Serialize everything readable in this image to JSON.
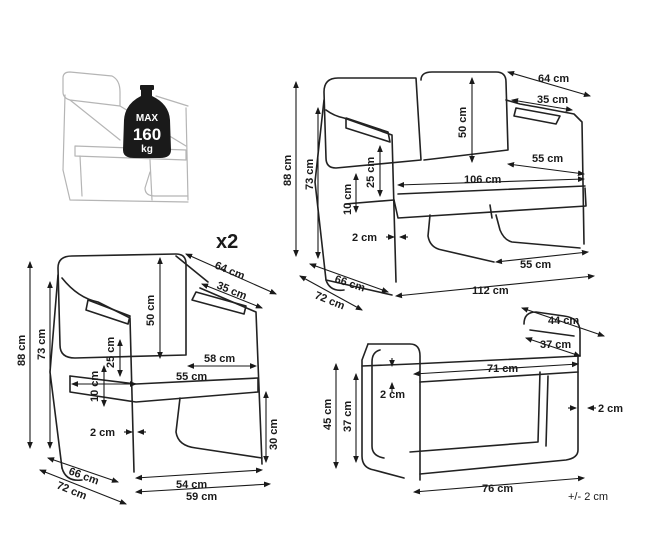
{
  "load_badge": {
    "line1": "MAX",
    "line2": "160",
    "line3": "kg"
  },
  "quantity_label": "x2",
  "sofa": {
    "depth_total": "64 cm",
    "armrest_depth": "35 cm",
    "back_height": "50 cm",
    "total_height": "88 cm",
    "armrest_height": "73 cm",
    "seat_cushion_height": "25 cm",
    "seat_frame_height": "10 cm",
    "seat_width": "106 cm",
    "seat_depth": "55 cm",
    "frame_thickness": "2 cm",
    "base_depth": "55 cm",
    "base_depth_outer": "66 cm",
    "depth_outer": "72 cm",
    "total_width": "112 cm"
  },
  "armchair": {
    "depth_total": "64 cm",
    "armrest_depth": "35 cm",
    "back_height": "50 cm",
    "seat_depth": "58 cm",
    "total_height": "88 cm",
    "armrest_height": "73 cm",
    "seat_cushion_height": "25 cm",
    "seat_width": "55 cm",
    "seat_frame_height": "10 cm",
    "frame_thickness": "2 cm",
    "leg_height": "30 cm",
    "base_depth_outer": "66 cm",
    "base_width": "54 cm",
    "depth_outer": "72 cm",
    "total_width": "59 cm"
  },
  "table": {
    "depth_outer": "44 cm",
    "depth_inner": "37 cm",
    "top_width": "71 cm",
    "top_thickness": "2 cm",
    "frame_thickness": "2 cm",
    "total_height": "45 cm",
    "inner_height": "37 cm",
    "total_width": "76 cm"
  },
  "tolerance_note": "+/- 2 cm"
}
